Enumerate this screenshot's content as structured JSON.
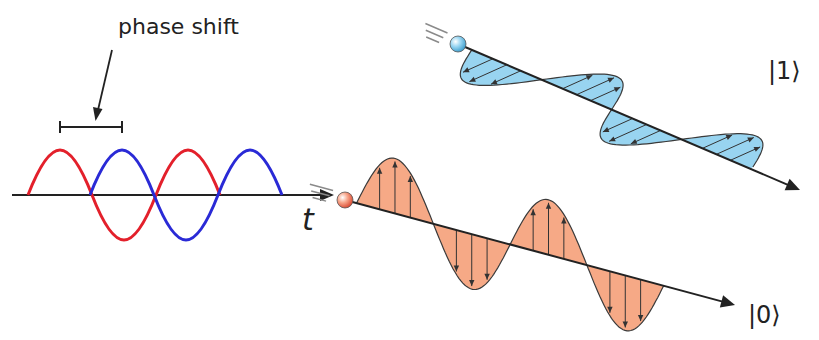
{
  "diagram": {
    "labels": [
      "phase shift",
      "t",
      "|1⟩",
      "|0⟩"
    ]
  }
}
